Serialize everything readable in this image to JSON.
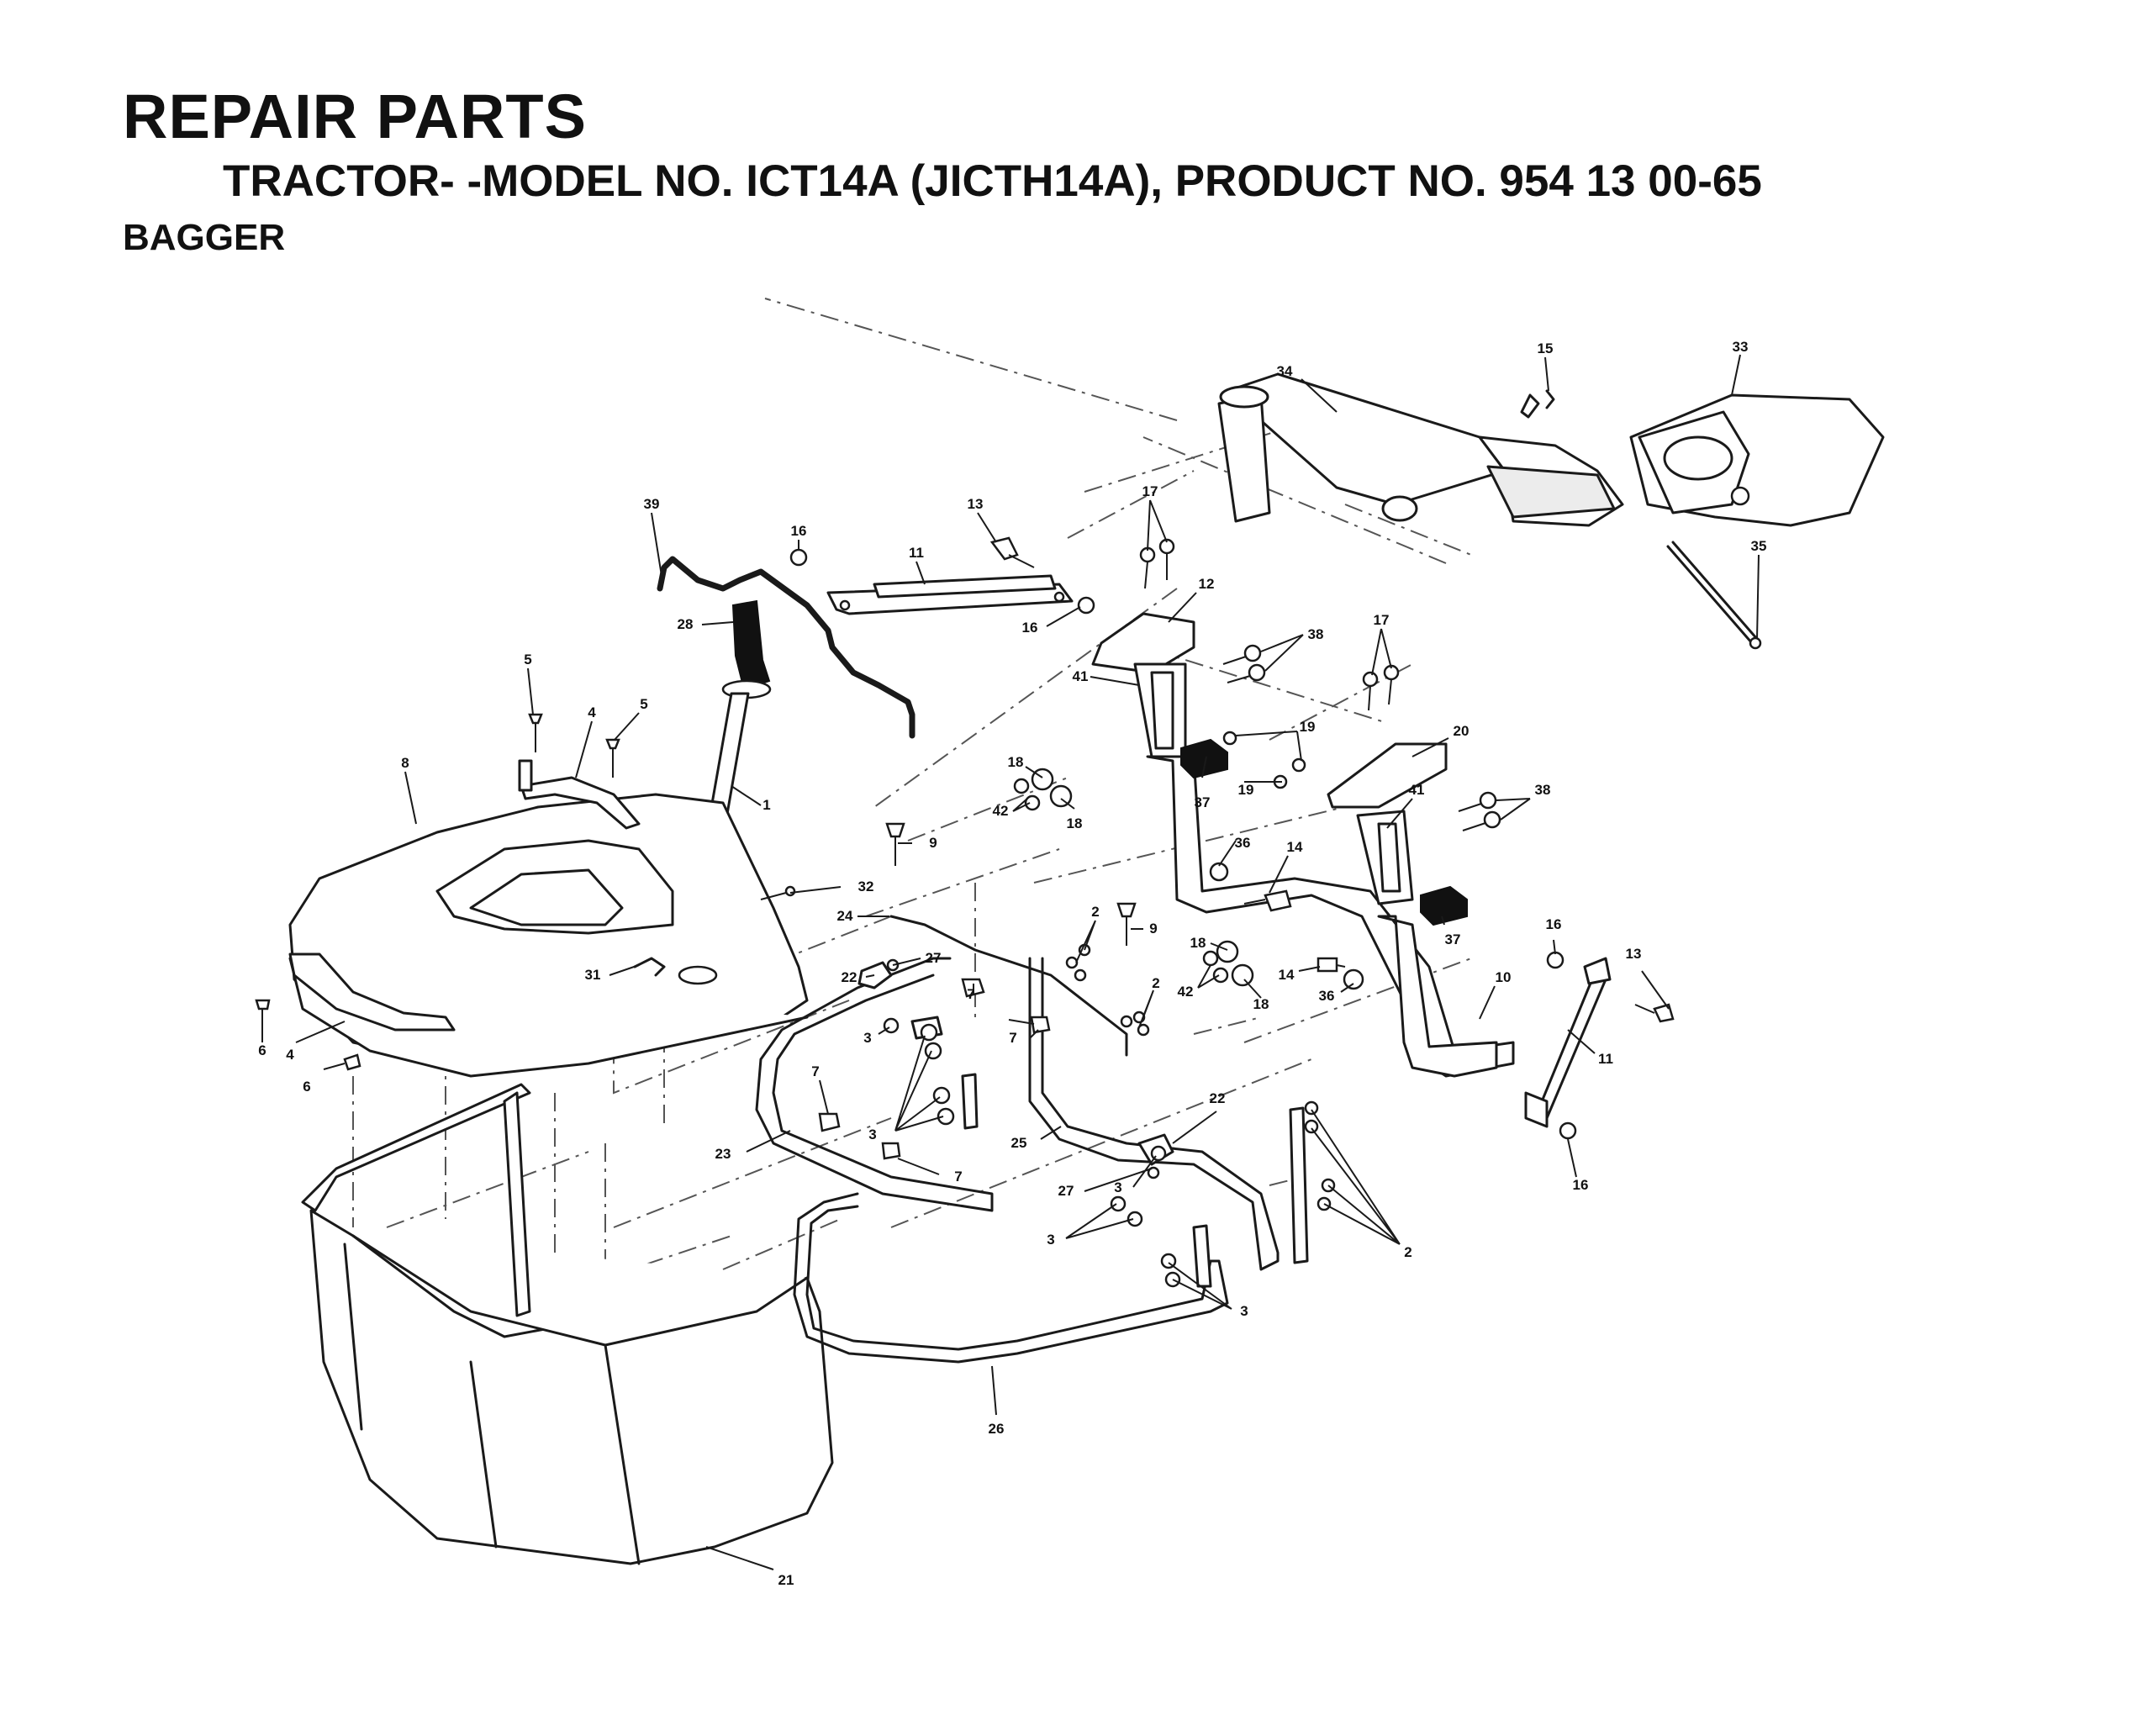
{
  "header": {
    "title": "REPAIR PARTS",
    "subtitle": "TRACTOR- -MODEL NO. ICT14A (JICTH14A), PRODUCT NO. 954 13 00-65",
    "section": "BAGGER"
  },
  "callouts": [
    {
      "id": "c34",
      "label": "34"
    },
    {
      "id": "c15",
      "label": "15"
    },
    {
      "id": "c33",
      "label": "33"
    },
    {
      "id": "c35",
      "label": "35"
    },
    {
      "id": "c39",
      "label": "39"
    },
    {
      "id": "c16a",
      "label": "16"
    },
    {
      "id": "c11a",
      "label": "11"
    },
    {
      "id": "c13a",
      "label": "13"
    },
    {
      "id": "c17a",
      "label": "17"
    },
    {
      "id": "c12",
      "label": "12"
    },
    {
      "id": "c16b",
      "label": "16"
    },
    {
      "id": "c38a",
      "label": "38"
    },
    {
      "id": "c28",
      "label": "28"
    },
    {
      "id": "c41a",
      "label": "41"
    },
    {
      "id": "c17b",
      "label": "17"
    },
    {
      "id": "c19a",
      "label": "19"
    },
    {
      "id": "c20",
      "label": "20"
    },
    {
      "id": "c5a",
      "label": "5"
    },
    {
      "id": "c4a",
      "label": "4"
    },
    {
      "id": "c5b",
      "label": "5"
    },
    {
      "id": "c19b",
      "label": "19"
    },
    {
      "id": "c37a",
      "label": "37"
    },
    {
      "id": "c41b",
      "label": "41"
    },
    {
      "id": "c38b",
      "label": "38"
    },
    {
      "id": "c8",
      "label": "8"
    },
    {
      "id": "c18a",
      "label": "18"
    },
    {
      "id": "c42a",
      "label": "42"
    },
    {
      "id": "c18b",
      "label": "18"
    },
    {
      "id": "c1",
      "label": "1"
    },
    {
      "id": "c9a",
      "label": "9"
    },
    {
      "id": "c36a",
      "label": "36"
    },
    {
      "id": "c14a",
      "label": "14"
    },
    {
      "id": "c32",
      "label": "32"
    },
    {
      "id": "c24",
      "label": "24"
    },
    {
      "id": "c2a",
      "label": "2"
    },
    {
      "id": "c9b",
      "label": "9"
    },
    {
      "id": "c37b",
      "label": "37"
    },
    {
      "id": "c16c",
      "label": "16"
    },
    {
      "id": "c13b",
      "label": "13"
    },
    {
      "id": "c18c",
      "label": "18"
    },
    {
      "id": "c42b",
      "label": "42"
    },
    {
      "id": "c18d",
      "label": "18"
    },
    {
      "id": "c14b",
      "label": "14"
    },
    {
      "id": "c36b",
      "label": "36"
    },
    {
      "id": "c10",
      "label": "10"
    },
    {
      "id": "c31",
      "label": "31"
    },
    {
      "id": "c22a",
      "label": "22"
    },
    {
      "id": "c27a",
      "label": "27"
    },
    {
      "id": "c7a",
      "label": "7"
    },
    {
      "id": "c2b",
      "label": "2"
    },
    {
      "id": "c6a",
      "label": "6"
    },
    {
      "id": "c4b",
      "label": "4"
    },
    {
      "id": "c3a",
      "label": "3"
    },
    {
      "id": "c7b",
      "label": "7"
    },
    {
      "id": "c11b",
      "label": "11"
    },
    {
      "id": "c6b",
      "label": "6"
    },
    {
      "id": "c7c",
      "label": "7"
    },
    {
      "id": "c3b",
      "label": "3"
    },
    {
      "id": "c22b",
      "label": "22"
    },
    {
      "id": "c23",
      "label": "23"
    },
    {
      "id": "c25",
      "label": "25"
    },
    {
      "id": "c7d",
      "label": "7"
    },
    {
      "id": "c27b",
      "label": "27"
    },
    {
      "id": "c3c",
      "label": "3"
    },
    {
      "id": "c16d",
      "label": "16"
    },
    {
      "id": "c3d",
      "label": "3"
    },
    {
      "id": "c2c",
      "label": "2"
    },
    {
      "id": "c3e",
      "label": "3"
    },
    {
      "id": "c26",
      "label": "26"
    },
    {
      "id": "c21",
      "label": "21"
    }
  ]
}
